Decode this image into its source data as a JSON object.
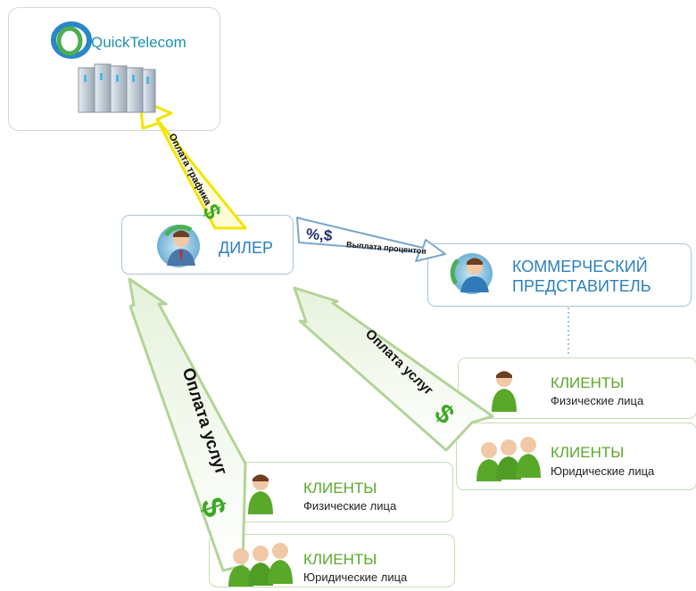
{
  "logo": {
    "text": "QuickTelecom",
    "icon": "quicktelecom-logo-icon"
  },
  "dealer": {
    "title": "ДИЛЕР",
    "icon": "dealer-avatar-icon"
  },
  "commercial": {
    "title": "КОММЕРЧЕСКИЙ ПРЕДСТАВИТЕЛЬ",
    "icon": "commercial-rep-avatar-icon"
  },
  "clients": [
    {
      "title": "КЛИЕНТЫ",
      "subtitle": "Физические лица"
    },
    {
      "title": "КЛИЕНТЫ",
      "subtitle": "Юридические лица"
    },
    {
      "title": "КЛИЕНТЫ",
      "subtitle": "Физические лица"
    },
    {
      "title": "КЛИЕНТЫ",
      "subtitle": "Юридические лица"
    }
  ],
  "arrows": {
    "traffic": "Оплата трафика",
    "percent_symbol": "%,$",
    "percent": "Выплата процентов",
    "services_right": "Оплата услуг",
    "services_left": "Оплата услуг",
    "dollar": "$"
  },
  "colors": {
    "blue": "#2a7fbf",
    "green": "#5aa82a",
    "yellow": "#f0e000",
    "logo": "#1f8fb0"
  }
}
